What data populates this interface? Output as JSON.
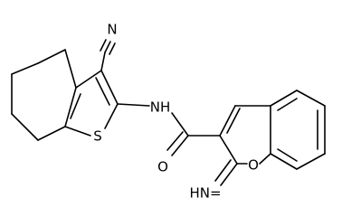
{
  "molecule": {
    "atom_labels": {
      "nitrile_n": "N",
      "amide_nh": "NH",
      "thiophene_s": "S",
      "amide_o": "O",
      "ring_o": "O",
      "imine": "HN="
    },
    "colors": {
      "bond": "#000000",
      "label": "#000000",
      "background": "#ffffff"
    }
  }
}
